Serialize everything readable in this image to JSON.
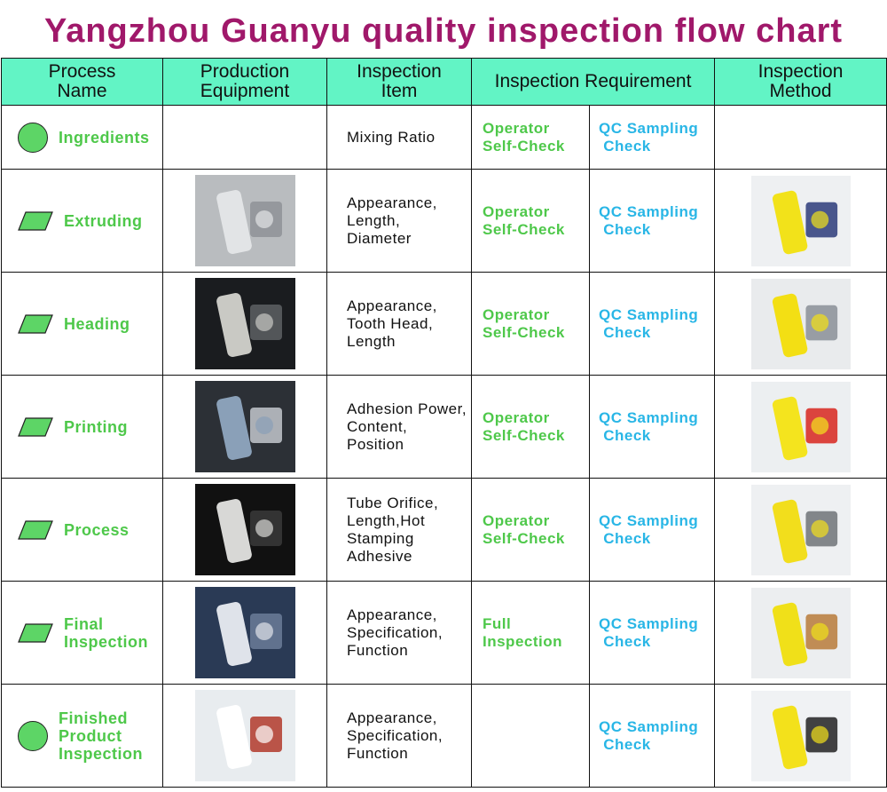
{
  "title": "Yangzhou Guanyu quality inspection flow chart",
  "headers": {
    "process_name": "Process\nName",
    "production_equipment": "Production\nEquipment",
    "inspection_item": "Inspection\nItem",
    "inspection_requirement": "Inspection Requirement",
    "inspection_method": "Inspection\nMethod"
  },
  "rows": [
    {
      "shape": "circle",
      "process": "Ingredients",
      "item": "Mixing Ratio",
      "operator": "Operator\nSelf-Check",
      "qc": "QC Sampling\n Check",
      "equipment_photo": "",
      "method_photo": ""
    },
    {
      "shape": "parallelogram",
      "process": "Extruding",
      "item": "Appearance,\nLength,\nDiameter",
      "operator": "Operator\nSelf-Check",
      "qc": "QC Sampling\n Check",
      "equipment_photo": "extruded-tubes-photo",
      "method_photo": "micrometer-photo"
    },
    {
      "shape": "parallelogram",
      "process": "Heading",
      "item": "Appearance,\nTooth Head,\nLength",
      "operator": "Operator\nSelf-Check",
      "qc": "QC Sampling\n Check",
      "equipment_photo": "heading-machine-photo",
      "method_photo": "caliper-photo"
    },
    {
      "shape": "parallelogram",
      "process": "Printing",
      "item": "Adhesion Power,\n   Content,\n   Position",
      "operator": "Operator\nSelf-Check",
      "qc": "QC Sampling\n Check",
      "equipment_photo": "printing-machine-photo",
      "method_photo": "tape-test-photo"
    },
    {
      "shape": "parallelogram",
      "process": "Process",
      "item": "Tube Orifice,\nLength,Hot\nStamping\nAdhesive",
      "operator": "Operator\nSelf-Check",
      "qc": "QC Sampling\n Check",
      "equipment_photo": "capping-machine-photo",
      "method_photo": "dial-gauge-photo"
    },
    {
      "shape": "parallelogram",
      "process": "Final\nInspection",
      "item": "Appearance,\nSpecification,\nFunction",
      "operator": "Full\nInspection",
      "qc": "QC Sampling\n Check",
      "equipment_photo": "final-inspection-photo",
      "method_photo": "ruler-photo"
    },
    {
      "shape": "circle",
      "process": "Finished\nProduct\nInspection",
      "item": "Appearance,\nSpecification,\nFunction",
      "operator": "",
      "qc": "QC Sampling\n Check",
      "equipment_photo": "finished-product-photo",
      "method_photo": "scale-photo"
    }
  ],
  "colors": {
    "title": "#a0186a",
    "header_bg": "#62f4c5",
    "process_green": "#4ec84a",
    "qc_blue": "#29b6e6"
  }
}
